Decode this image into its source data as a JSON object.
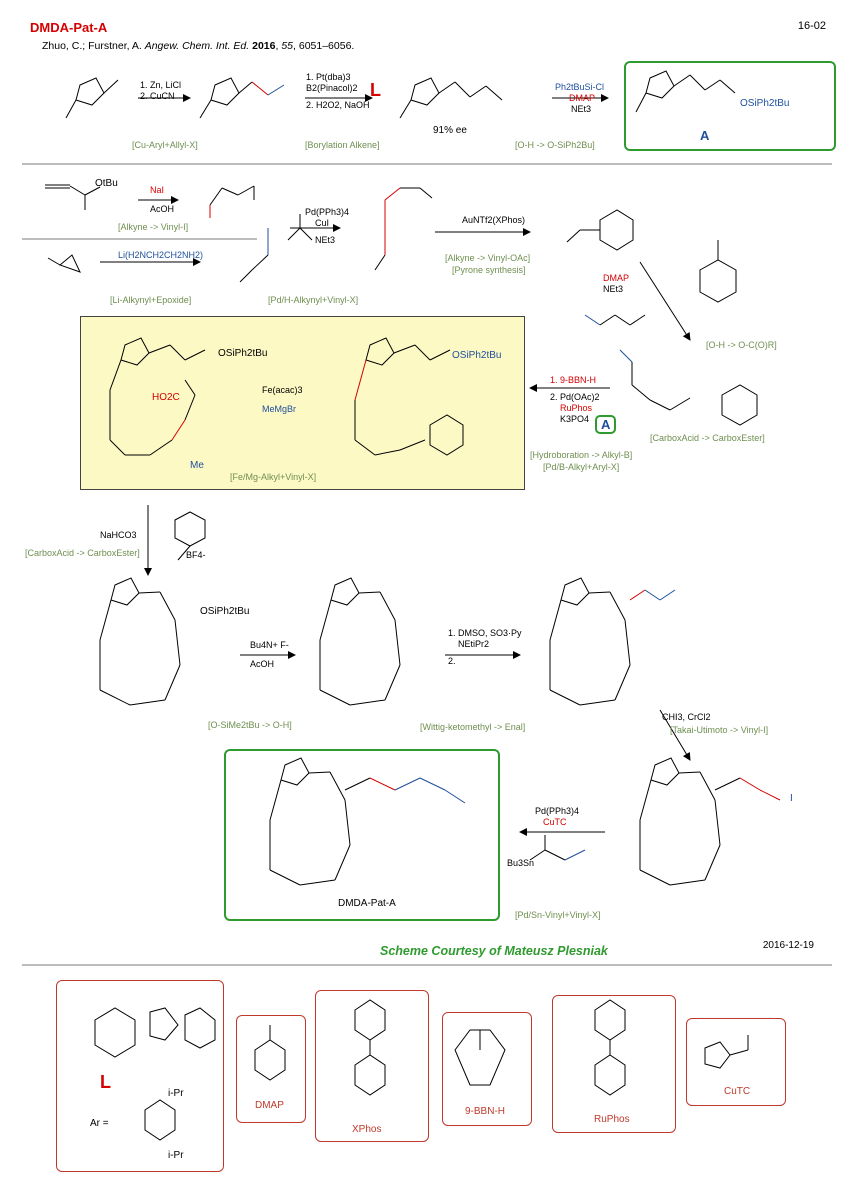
{
  "header": {
    "title": "DMDA-Pat-A",
    "page_number": "16-02",
    "citation_authors": "Zhuo, C.; Furstner, A.",
    "citation_journal": "Angew. Chem. Int. Ed.",
    "citation_year": "2016",
    "citation_volume": "55",
    "citation_pages": "6051–6056."
  },
  "row1": {
    "step1": {
      "line1": "1. Zn, LiCl",
      "line2": "2. CuCN",
      "tag": "[Cu-Aryl+Allyl-X]"
    },
    "step2": {
      "line1": "1. Pt(dba)3",
      "line2": "B2(Pinacol)2",
      "line3": "2. H2O2, NaOH",
      "ligand": "L",
      "tag": "[Borylation  Alkene]"
    },
    "ee": "91% ee",
    "step3": {
      "reagent": "Ph2tBuSi-Cl",
      "line2": "DMAP",
      "line3": "NEt3",
      "tag": "[O-H -> O-SiPh2Bu]"
    },
    "product_label": "A",
    "product_group": "OSiPh2tBu"
  },
  "row2": {
    "reagent_ester": "OtBu",
    "step_nai": {
      "line1": "NaI",
      "line2": "AcOH",
      "tag": "[Alkyne -> Vinyl-I]"
    },
    "step_pd": {
      "line1": "Pd(PPh3)4",
      "line2": "CuI",
      "line3": "NEt3",
      "tag": "[Pd/H-Alkynyl+Vinyl-X]"
    },
    "step_li": {
      "line1": "Li(H2NCH2CH2NH2)",
      "tag": "[Li-Alkynyl+Epoxide]"
    },
    "step_au": {
      "line1": "AuNTf2(XPhos)",
      "tag1": "[Alkyne -> Vinyl-OAc]",
      "tag2": "[Pyrone synthesis]"
    },
    "step_ester": {
      "line1": "DMAP",
      "line2": "NEt3",
      "tag": "[O-H -> O-C(O)R]"
    }
  },
  "row3": {
    "step_fe": {
      "line1": "Fe(acac)3",
      "line2": "MeMgBr",
      "tag": "[Fe/Mg-Alkyl+Vinyl-X]"
    },
    "step_bbn": {
      "line1": "1. 9-BBN-H",
      "line2": "2. Pd(OAc)2",
      "line3": "RuPhos",
      "line4": "K3PO4",
      "badge": "A",
      "tag1": "[Hydroboration -> Alkyl-B]",
      "tag2": "[Pd/B-Alkyl+Aryl-X]"
    },
    "acid_label": "HO2C",
    "me_label": "Me",
    "acid_tag": "[CarboxAcid -> CarboxEster]"
  },
  "row4": {
    "step_macro": {
      "line1": "NaHCO3",
      "tag": "[CarboxAcid -> CarboxEster]",
      "counterion": "BF4-"
    },
    "step_tbaf": {
      "line1": "Bu4N+ F-",
      "line2": "AcOH",
      "tag": "[O-SiMe2tBu -> O-H]"
    },
    "step_swern": {
      "line1": "1. DMSO, SO3·Py",
      "line2": "NEtiPr2",
      "line3": "2.",
      "tag": "[Wittig-ketomethyl -> Enal]"
    },
    "step_takai": {
      "line1": "CHI3, CrCl2",
      "tag": "[Takai-Utimoto -> Vinyl-I]"
    }
  },
  "row5": {
    "product_name": "DMDA-Pat-A",
    "step_stille": {
      "line1": "Pd(PPh3)4",
      "line2": "CuTC",
      "tag": "[Pd/Sn-Vinyl+Vinyl-X]"
    },
    "vinyl_iodide": "I",
    "stannane": "Bu3Sn"
  },
  "footer": {
    "courtesy": "Scheme Courtesy of Mateusz Plesniak",
    "date": "2016-12-19"
  },
  "reagents": [
    {
      "label": "L",
      "ar_def": "Ar =",
      "substituent": "i-Pr"
    },
    {
      "label": "DMAP"
    },
    {
      "label": "XPhos"
    },
    {
      "label": "9-BBN-H"
    },
    {
      "label": "RuPhos"
    },
    {
      "label": "CuTC"
    }
  ],
  "colors": {
    "title": "#d60000",
    "tag": "#6f8f50",
    "green": "#2f9a2f",
    "blue": "#1e4f9c",
    "highlight": "#fdf9c5"
  }
}
